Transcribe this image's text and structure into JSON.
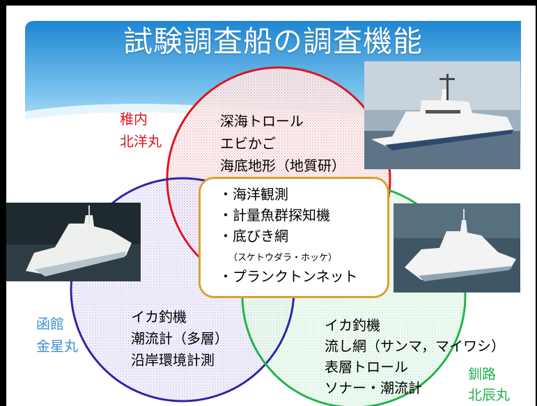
{
  "title": "試験調査船の調査機能",
  "ships": {
    "wakkanai": {
      "port": "稚内",
      "name": "北洋丸"
    },
    "hakodate": {
      "port": "函館",
      "name": "金星丸"
    },
    "kushiro": {
      "port": "釧路",
      "name": "北辰丸"
    }
  },
  "wakkanai_functions": [
    "深海トロール",
    "エビかご",
    "海底地形（地質研）"
  ],
  "common_functions": [
    "・海洋観測",
    "・計量魚群探知機",
    "・底びき網",
    "（スケトウダラ・ホッケ）",
    "・プランクトンネット"
  ],
  "hakodate_functions": [
    "イカ釣機",
    "潮流計（多層）",
    "沿岸環境計測"
  ],
  "kushiro_functions": [
    "イカ釣機",
    "流し網（サンマ，マイワシ）",
    "表層トロール",
    "ソナー・潮流計"
  ],
  "colors": {
    "wakkanai": "#e0141e",
    "hakodate": "#3023a8",
    "kushiro": "#22b24c",
    "center_border": "#d8a22e"
  }
}
